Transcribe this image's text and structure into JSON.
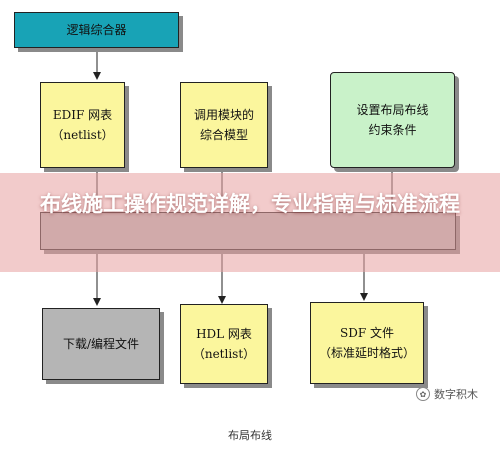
{
  "nodes": {
    "logic": "逻辑综合器",
    "edif_line1": "EDIF 网表",
    "edif_line2": "（netlist）",
    "model_line1": "调用模块的",
    "model_line2": "综合模型",
    "constraint_line1": "设置布局布线",
    "constraint_line2": "约束条件",
    "download": "下载/编程文件",
    "hdl_line1": "HDL 网表",
    "hdl_line2": "（netlist）",
    "sdf_line1": "SDF 文件",
    "sdf_line2": "（标准延时格式）"
  },
  "banner": {
    "title": "布线施工操作规范详解，专业指南与标准流程"
  },
  "caption": "布局布线",
  "watermark": "数字积木",
  "colors": {
    "teal": "#18a3b6",
    "yellow": "#fbf69d",
    "green": "#c9f2c9",
    "grey": "#b5b5b5",
    "banner": "#e8a0a0"
  }
}
